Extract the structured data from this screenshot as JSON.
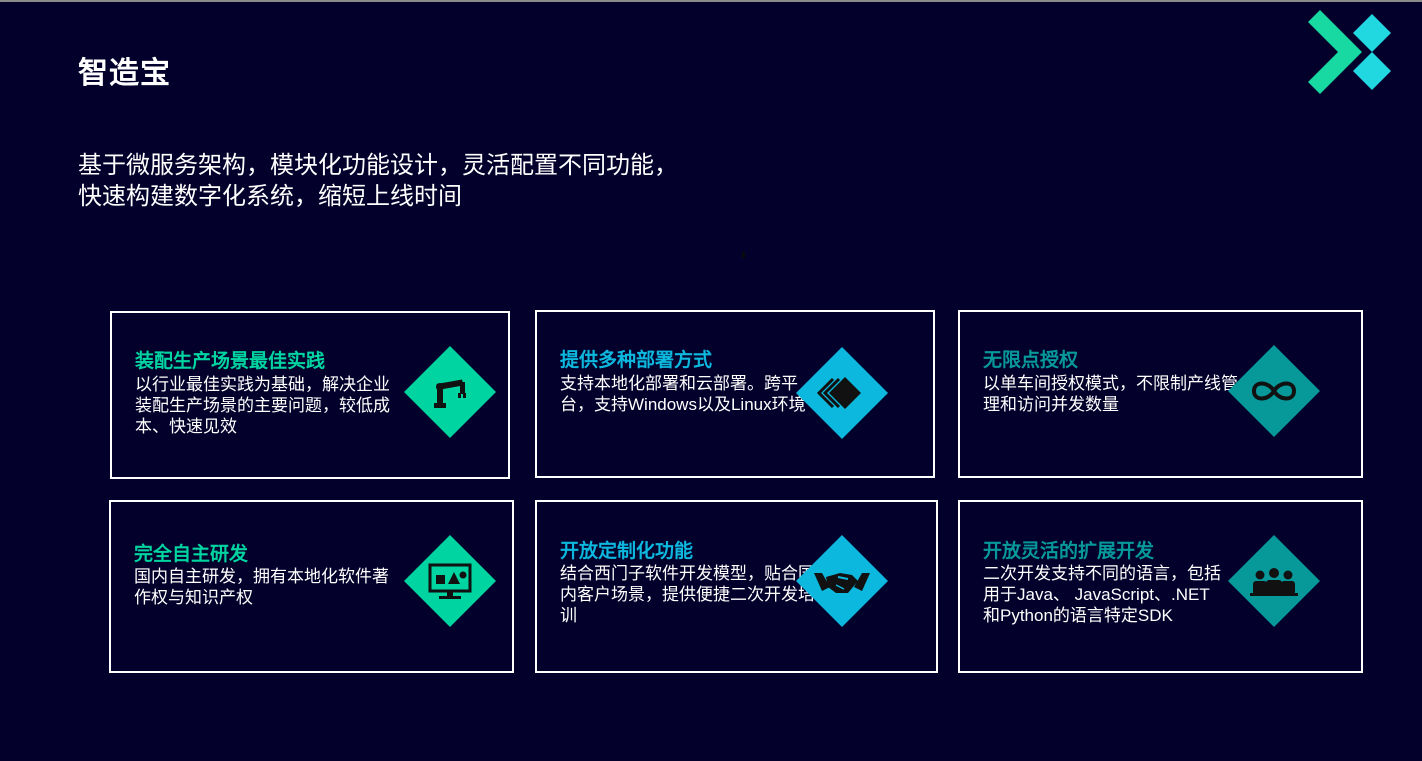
{
  "page": {
    "title": "智造宝",
    "subtitle": "基于微服务架构，模块化功能设计，灵活配置不同功能，快速构建数字化系统，缩短上线时间"
  },
  "colors": {
    "background": "#03002b",
    "green": "#00d4a0",
    "cyan": "#0db8de",
    "teal": "#07999a",
    "logo_green": "#18d9a2",
    "logo_cyan": "#21d8e1"
  },
  "cards": [
    {
      "title": "装配生产场景最佳实践",
      "desc": "以行业最佳实践为基础，解决企业装配生产场景的主要问题，较低成本、快速见效",
      "icon": "robot-arm-icon",
      "accent": "#00d4a0"
    },
    {
      "title": "提供多种部署方式",
      "desc": "支持本地化部署和云部署。跨平台，支持Windows以及Linux环境",
      "icon": "layers-icon",
      "accent": "#0db8de"
    },
    {
      "title": "无限点授权",
      "desc": "以单车间授权模式，不限制产线管理和访问并发数量",
      "icon": "infinity-icon",
      "accent": "#07999a"
    },
    {
      "title": "完全自主研发",
      "desc": "国内自主研发，拥有本地化软件著作权与知识产权",
      "icon": "monitor-icon",
      "accent": "#00d4a0"
    },
    {
      "title": "开放定制化功能",
      "desc": "结合西门子软件开发模型，贴合国内客户场景，提供便捷二次开发培训",
      "icon": "handshake-icon",
      "accent": "#0db8de"
    },
    {
      "title": "开放灵活的扩展开发",
      "desc": "二次开发支持不同的语言，包括用于Java、 JavaScript、.NET 和Python的语言特定SDK",
      "icon": "team-icon",
      "accent": "#07999a"
    }
  ]
}
